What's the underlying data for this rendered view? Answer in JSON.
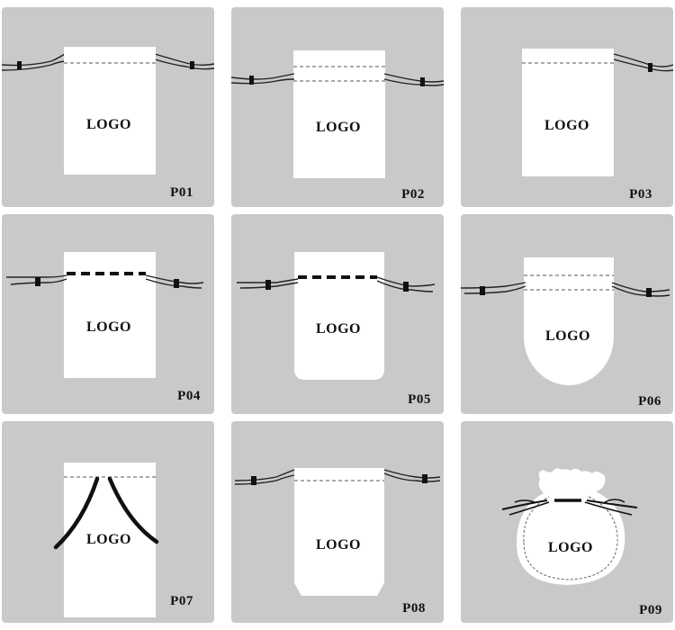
{
  "logo_text": "LOGO",
  "colors": {
    "tile_bg": "#c9c9c9",
    "bag": "#ffffff",
    "cord": "#222222",
    "dash": "#555555"
  },
  "tiles": [
    {
      "code": "P01",
      "style": "straight-bag-double-cord"
    },
    {
      "code": "P02",
      "style": "straight-bag-double-channel"
    },
    {
      "code": "P03",
      "style": "straight-bag-single-side-cord"
    },
    {
      "code": "P04",
      "style": "straight-bag-bold-dash-channel"
    },
    {
      "code": "P05",
      "style": "rounded-bottom-corners-bold-dash"
    },
    {
      "code": "P06",
      "style": "round-bottom-bag"
    },
    {
      "code": "P07",
      "style": "straight-bag-inner-ribbon"
    },
    {
      "code": "P08",
      "style": "cut-corner-bottom-bag"
    },
    {
      "code": "P09",
      "style": "round-pouch-scalloped-top"
    }
  ]
}
